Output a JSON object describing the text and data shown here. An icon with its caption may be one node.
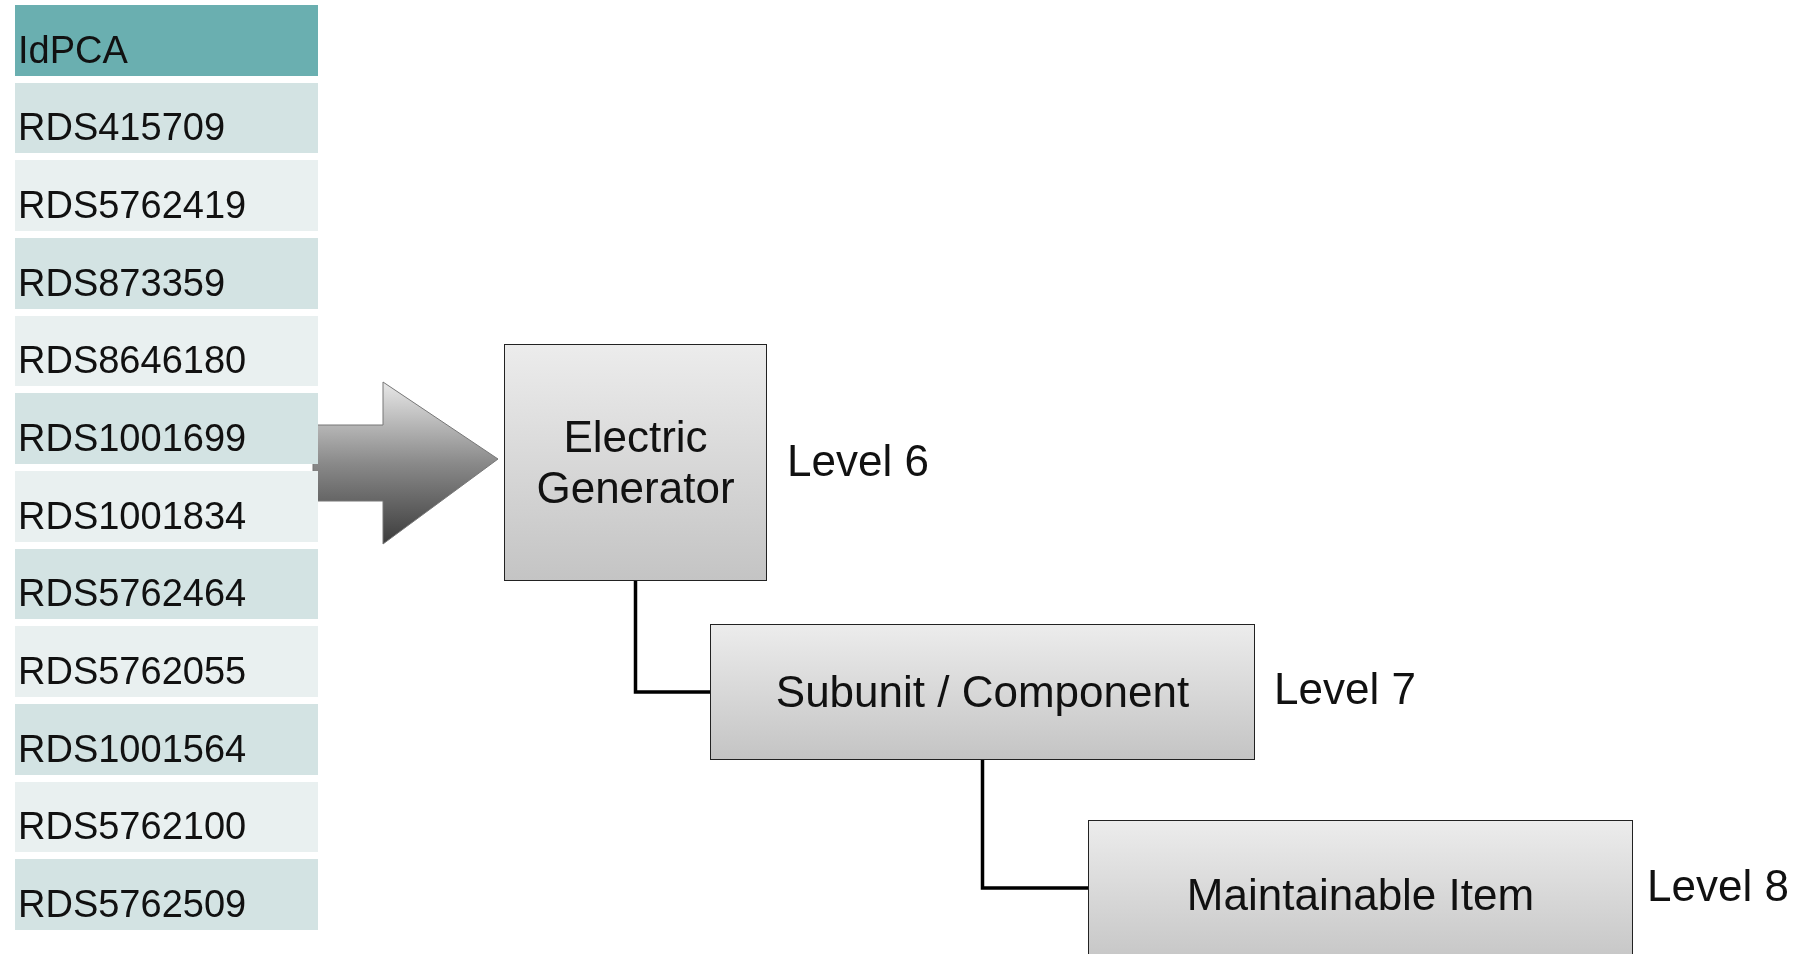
{
  "diagram": {
    "nodes": [
      {
        "text": [
          "IdPCA",
          "RDS415709",
          "RDS5762419",
          "RDS873359",
          "RDS8646180",
          "RDS1001699",
          "RDS1001834",
          "RDS5762464",
          "RDS5762055",
          "RDS1001564",
          "RDS5762100",
          "RDS5762509"
        ]
      },
      {
        "text": [
          "Electric Generator"
        ],
        "beside": [
          "Level 6"
        ]
      },
      {
        "text": [
          "Subunit / Component"
        ],
        "beside": [
          "Level 7"
        ]
      },
      {
        "text": [
          "Maintainable Item"
        ],
        "beside": [
          "Level 8"
        ]
      }
    ],
    "edges": [
      {
        "from": 0,
        "to": 1,
        "arrow": "to",
        "style": "thick"
      },
      {
        "from": 1,
        "to": 2,
        "arrow": "none"
      },
      {
        "from": 2,
        "to": 3,
        "arrow": "none"
      }
    ]
  }
}
